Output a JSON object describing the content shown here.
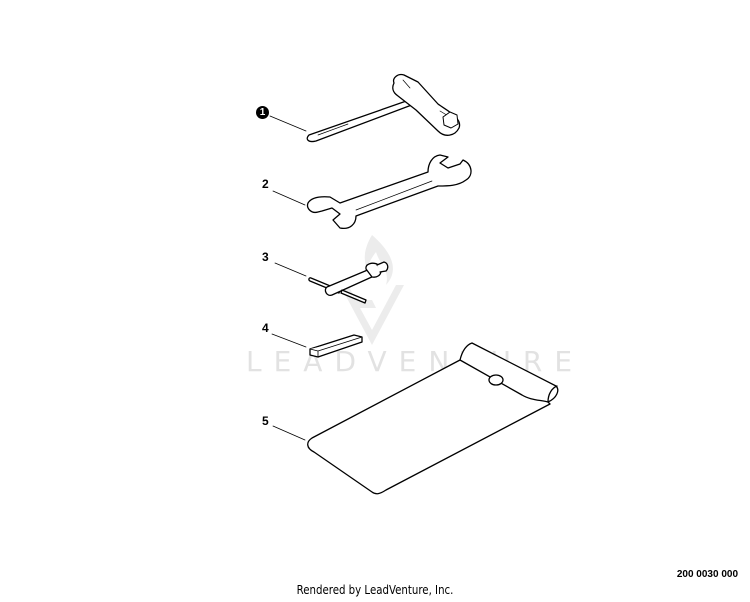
{
  "diagram": {
    "watermark_text": "LEADVENTURE",
    "drawing_number": "200 0030 000",
    "footer": "Rendered by LeadVenture, Inc.",
    "callouts": [
      {
        "number": "1",
        "part": "spark plug wrench (T-handle socket)",
        "style": "circled"
      },
      {
        "number": "2",
        "part": "open-end wrench",
        "style": "plain"
      },
      {
        "number": "3",
        "part": "T-handle tool",
        "style": "plain"
      },
      {
        "number": "4",
        "part": "hex key bar",
        "style": "plain"
      },
      {
        "number": "5",
        "part": "tool pouch",
        "style": "plain"
      }
    ],
    "colors": {
      "line": "#000000",
      "watermark": "#e2e2e2",
      "background": "#ffffff"
    }
  }
}
